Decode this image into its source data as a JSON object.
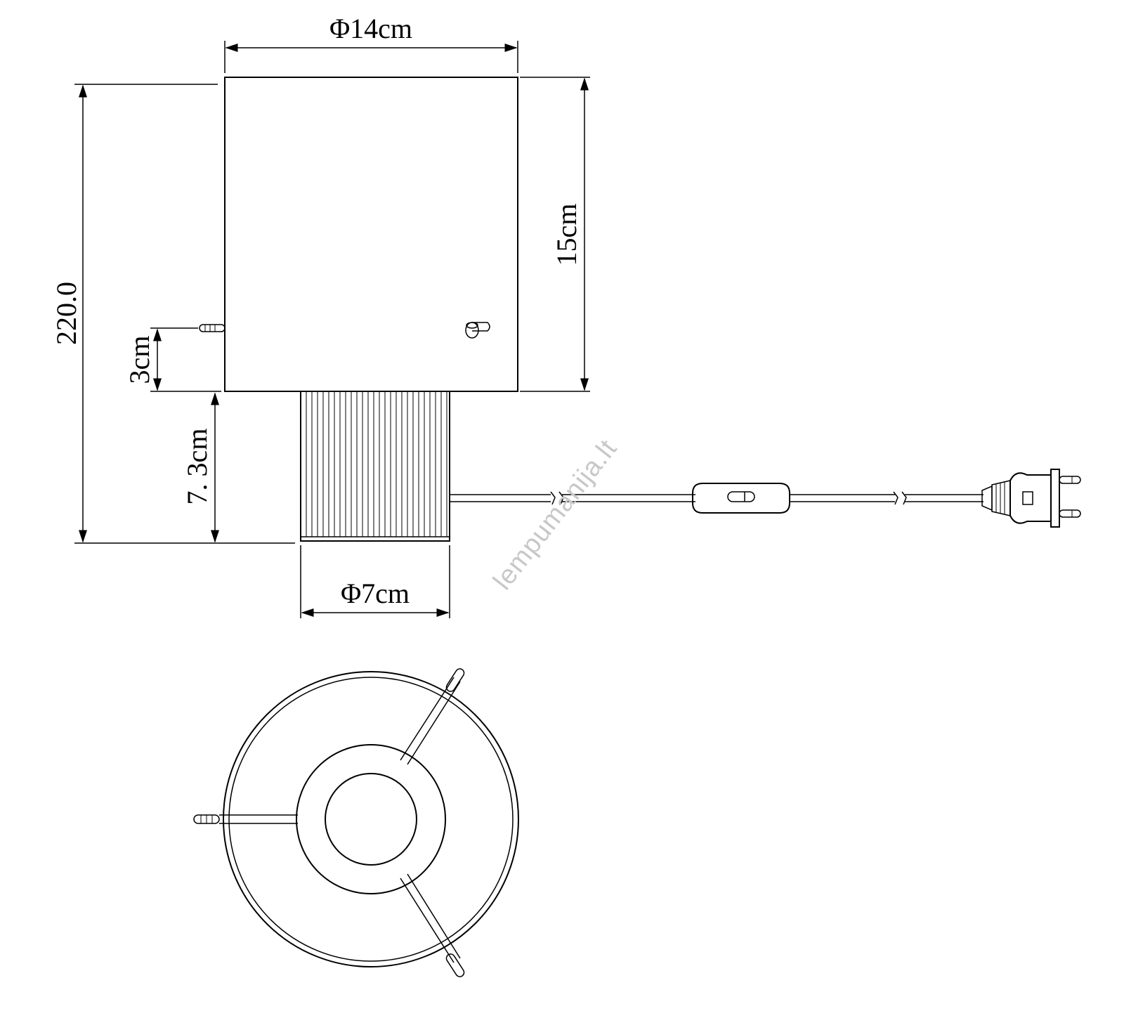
{
  "dimensions": {
    "shade_diameter": "Φ14cm",
    "shade_height": "15cm",
    "total_height": "220.0",
    "screw_offset": "3cm",
    "base_height": "7. 3cm",
    "base_diameter": "Φ7cm"
  },
  "watermark": "lempumanija.lt",
  "colors": {
    "line": "#000000",
    "background": "#ffffff",
    "watermark": "#c8c8c8"
  }
}
